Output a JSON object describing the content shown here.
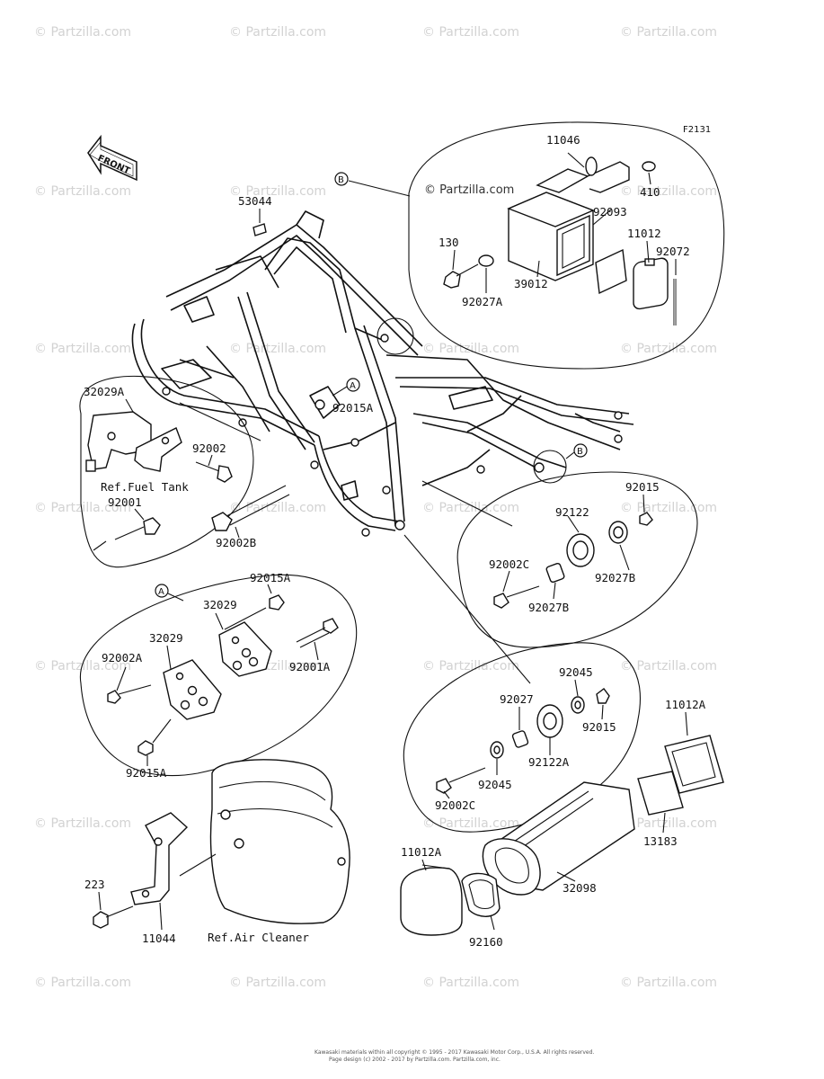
{
  "figure_code": "F2131",
  "front_label": "FRONT",
  "watermark_text": "© Partzilla.com",
  "center_watermark": "© Partzilla.com",
  "callouts": [
    "A",
    "B"
  ],
  "parts": {
    "p53044": "53044",
    "p11046": "11046",
    "p410": "410",
    "p92093": "92093",
    "p11012": "11012",
    "p92072": "92072",
    "p130": "130",
    "p39012": "39012",
    "p92027A": "92027A",
    "p32029A": "32029A",
    "p92015A_top": "92015A",
    "p92002": "92002",
    "p92001": "92001",
    "p92002B": "92002B",
    "p92015": "92015",
    "p92122": "92122",
    "p92002C_a": "92002C",
    "p92027B_a": "92027B",
    "p92027B_b": "92027B",
    "p92015A_b": "92015A",
    "p32029_a": "32029",
    "p32029_b": "32029",
    "p92002A": "92002A",
    "p92001A": "92001A",
    "p92015A_c": "92015A",
    "p92045_a": "92045",
    "p92027": "92027",
    "p92015_b": "92015",
    "p92122A": "92122A",
    "p92045_b": "92045",
    "p92002C_b": "92002C",
    "p11012A_a": "11012A",
    "p13183": "13183",
    "p32098": "32098",
    "p11012A_b": "11012A",
    "p92160": "92160",
    "p223": "223",
    "p11044": "11044"
  },
  "refs": {
    "fuel_tank": "Ref.Fuel Tank",
    "air_cleaner": "Ref.Air Cleaner"
  },
  "footer": {
    "line1": "Kawasaki materials within all copyright © 1995 - 2017 Kawasaki Motor Corp., U.S.A. All rights reserved.",
    "line2": "Page design (c) 2002 - 2017 by Partzilla.com. Partzilla.com, inc."
  }
}
